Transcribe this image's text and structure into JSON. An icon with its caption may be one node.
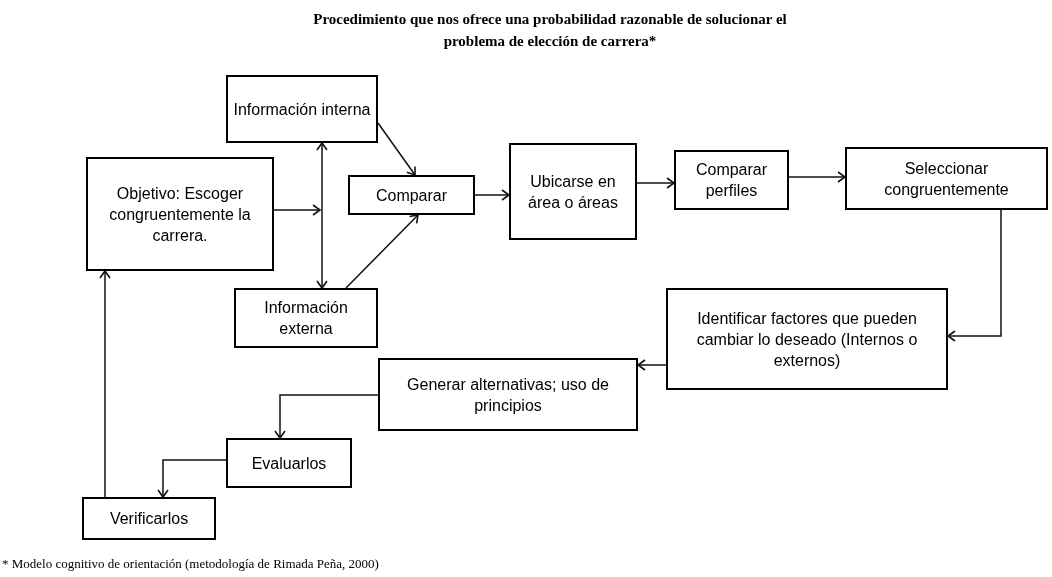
{
  "diagram": {
    "title": "Procedimiento que nos ofrece una probabilidad razonable de solucionar el problema de elección de carrera*",
    "nodes": [
      {
        "text": [
          "Información interna"
        ]
      },
      {
        "text": [
          "Objetivo: Escoger congruentemente la carrera."
        ]
      },
      {
        "text": [
          "Comparar"
        ]
      },
      {
        "text": [
          "Información externa"
        ]
      },
      {
        "text": [
          "Ubicarse en área o áreas"
        ]
      },
      {
        "text": [
          "Comparar perfiles"
        ]
      },
      {
        "text": [
          "Seleccionar congruentemente"
        ]
      },
      {
        "text": [
          "Identificar factores que pueden cambiar lo deseado (Internos o externos)"
        ]
      },
      {
        "text": [
          "Generar alternativas; uso de principios"
        ]
      },
      {
        "text": [
          "Evaluarlos"
        ]
      },
      {
        "text": [
          "Verificarlos"
        ]
      }
    ],
    "edges": [
      {
        "from": 1,
        "to": null,
        "arrow": "to"
      },
      {
        "from": 0,
        "to": 3,
        "arrow": "both"
      },
      {
        "from": 0,
        "to": 2,
        "arrow": "to"
      },
      {
        "from": 3,
        "to": 2,
        "arrow": "to"
      },
      {
        "from": 2,
        "to": 4,
        "arrow": "to"
      },
      {
        "from": 4,
        "to": 5,
        "arrow": "to"
      },
      {
        "from": 5,
        "to": 6,
        "arrow": "to"
      },
      {
        "from": 6,
        "to": 7,
        "arrow": "to"
      },
      {
        "from": 7,
        "to": 8,
        "arrow": "to"
      },
      {
        "from": 8,
        "to": 9,
        "arrow": "to"
      },
      {
        "from": 9,
        "to": 10,
        "arrow": "to"
      },
      {
        "from": 10,
        "to": 1,
        "arrow": "to"
      }
    ],
    "labels": [
      "* Modelo cognitivo de orientación (metodología de Rimada Peña, 2000)"
    ]
  }
}
